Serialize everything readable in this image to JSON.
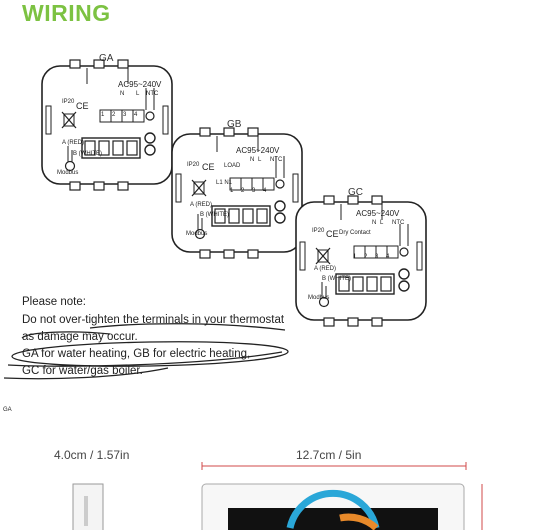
{
  "title": "WIRING",
  "units": [
    {
      "id": "GA",
      "label": "GA",
      "voltage": "AC95~240V",
      "terms": [
        "1",
        "2",
        "3",
        "4"
      ],
      "n": "N",
      "l": "L",
      "ntc": "NTC",
      "ip": "IP20",
      "ce": "CE",
      "ared": "A (RED)",
      "bwhite": "B (WHITE)",
      "modbus": "Modbus",
      "sub1": "",
      "sub2": ""
    },
    {
      "id": "GB",
      "label": "GB",
      "voltage": "AC95~240V",
      "terms": [
        "1",
        "2",
        "3",
        "4"
      ],
      "n": "N",
      "l": "L",
      "ntc": "NTC",
      "ip": "IP20",
      "ce": "CE",
      "ared": "A (RED)",
      "bwhite": "B (WHITE)",
      "modbus": "Modbus",
      "sub1": "LOAD",
      "sub2": "L1 N1"
    },
    {
      "id": "GC",
      "label": "GC",
      "voltage": "AC95~240V",
      "terms": [
        "1",
        "2",
        "3",
        "4"
      ],
      "n": "N",
      "l": "L",
      "ntc": "NTC",
      "ip": "IP20",
      "ce": "CE",
      "ared": "A (RED)",
      "bwhite": "B (WHITE)",
      "modbus": "Modbus",
      "sub1": "Dry Contact",
      "sub2": ""
    }
  ],
  "notes": {
    "heading": "Please note:",
    "line1": "Do not over-tighten the terminals in your thermostat",
    "line2": "as damage may occur.",
    "line3": "GA for water heating, GB for electric heating,",
    "line4": "GC for water/gas boiler."
  },
  "small_label": "GA",
  "dimensions": {
    "depth": "4.0cm / 1.57in",
    "width": "12.7cm / 5in"
  }
}
